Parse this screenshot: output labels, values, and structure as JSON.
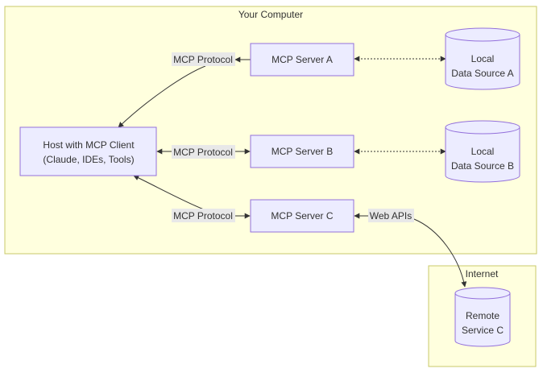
{
  "clusters": {
    "computer": {
      "title": "Your Computer"
    },
    "internet": {
      "title": "Internet"
    }
  },
  "nodes": {
    "host": {
      "lines": [
        "Host with MCP Client",
        "(Claude, IDEs, Tools)"
      ]
    },
    "server_a": {
      "label": "MCP Server A"
    },
    "server_b": {
      "label": "MCP Server B"
    },
    "server_c": {
      "label": "MCP Server C"
    },
    "data_a": {
      "lines": [
        "Local",
        "Data Source A"
      ]
    },
    "data_b": {
      "lines": [
        "Local",
        "Data Source B"
      ]
    },
    "remote_c": {
      "lines": [
        "Remote",
        "Service C"
      ]
    }
  },
  "edges": {
    "protocol_a": "MCP Protocol",
    "protocol_b": "MCP Protocol",
    "protocol_c": "MCP Protocol",
    "web_apis": "Web APIs"
  },
  "colors": {
    "cluster_fill": "#ffffde",
    "cluster_stroke": "#c8c86a",
    "node_fill": "#ececff",
    "node_stroke": "#9370db",
    "edge_stroke": "#333333",
    "edge_label_bg": "#e8e8e8"
  }
}
